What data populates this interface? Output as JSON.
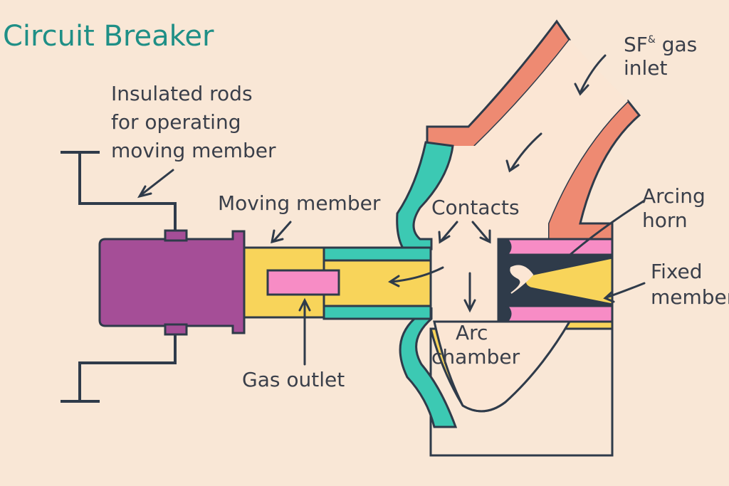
{
  "title": "Circuit Breaker",
  "labels": {
    "sf6_main": "SF",
    "sf6_sup": "&",
    "sf6_rest": " gas",
    "inlet": "inlet",
    "rods_1": "Insulated rods",
    "rods_2": "for operating",
    "rods_3": "moving member",
    "moving_member": "Moving member",
    "contacts": "Contacts",
    "arcing_1": "Arcing",
    "arcing_2": "horn",
    "fixed_1": "Fixed",
    "fixed_2": "member",
    "arc_1": "Arc",
    "arc_2": "chamber",
    "gas_outlet": "Gas outlet"
  },
  "colors": {
    "background": "#f9e7d6",
    "title": "#1f8f86",
    "outline": "#2f3b4a",
    "salmon": "#ee8a72",
    "purple": "#a54e97",
    "yellow": "#f8d45a",
    "teal": "#3cc9b3",
    "pink": "#f78cc5",
    "chamber_fill": "#fbe6d4"
  }
}
